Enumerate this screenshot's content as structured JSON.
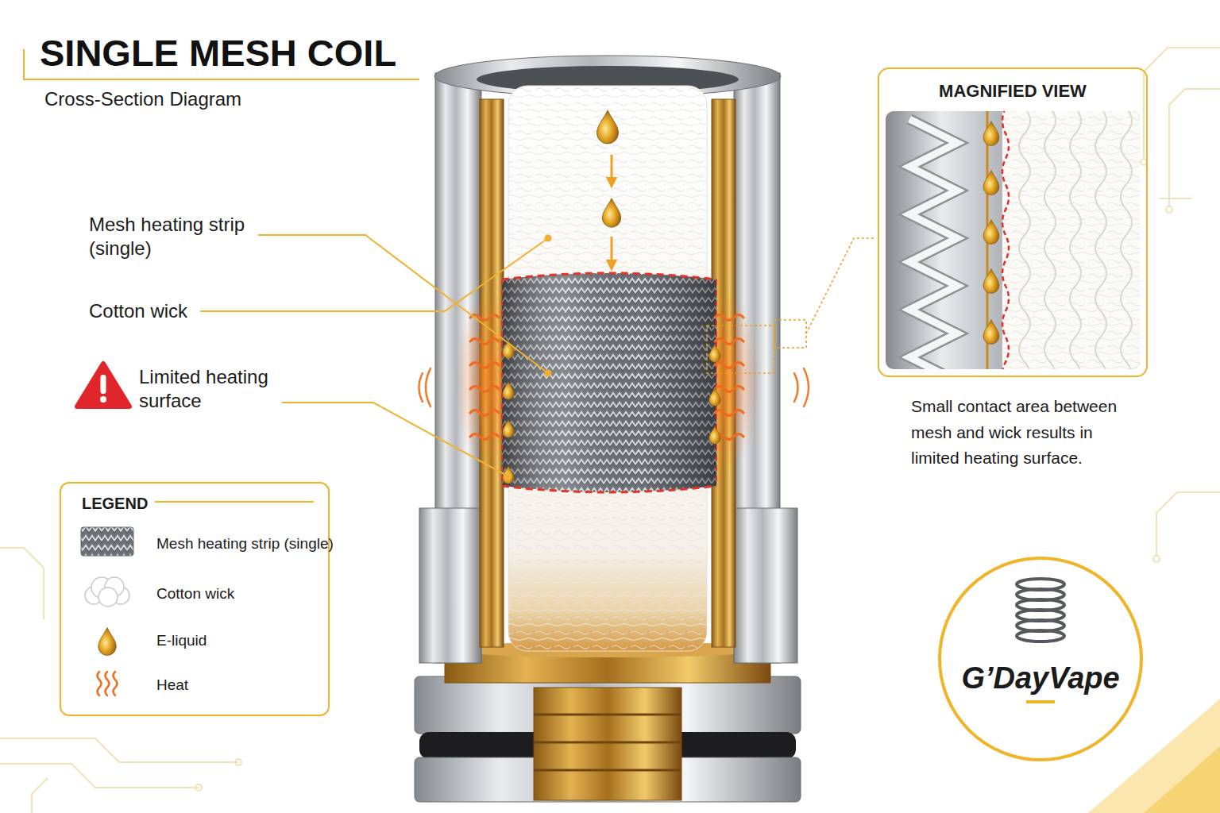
{
  "diagram": {
    "title": "SINGLE MESH COIL",
    "nodes": [
      {
        "text": [
          "MAGNIFIED VIEW"
        ]
      },
      {
        "text": [
          "LEGEND"
        ]
      },
      {
        "text": [
          "G’DayVape"
        ]
      }
    ],
    "labels": [
      "Cross-Section Diagram",
      "Mesh heating strip (single)",
      "Cotton wick",
      "Limited heating surface",
      "Small contact area between mesh and wick results in limited heating surface."
    ],
    "legend": [
      {
        "text": "Mesh heating strip (single)"
      },
      {
        "text": "Cotton wick"
      },
      {
        "text": "E-liquid"
      },
      {
        "text": "Heat"
      }
    ]
  }
}
